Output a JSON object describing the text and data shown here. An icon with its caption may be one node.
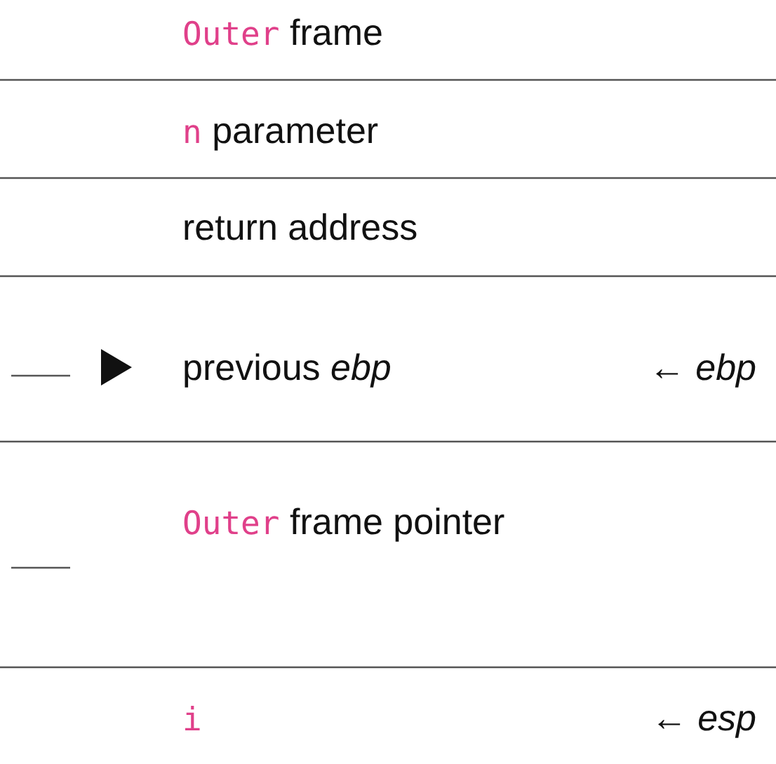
{
  "diagram": {
    "labels": [
      "Outer frame",
      "n parameter",
      "return address",
      "previous *ebp*",
      "← *ebp*",
      "Outer frame pointer",
      "i",
      "← *esp*"
    ]
  }
}
